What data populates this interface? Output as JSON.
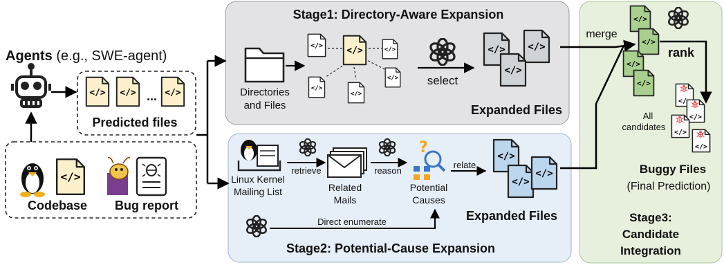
{
  "agents": {
    "title_bold": "Agents",
    "title_rest": " (e.g., SWE-agent)"
  },
  "predicted": {
    "label": "Predicted files",
    "ellipsis": "..."
  },
  "inputs": {
    "codebase": "Codebase",
    "bug_report": "Bug report"
  },
  "code_glyph": "</>",
  "stage1": {
    "title": "Stage1: Directory-Aware Expansion",
    "dir_line1": "Directories",
    "dir_line2": "and Files",
    "select": "select",
    "expanded": "Expanded Files"
  },
  "stage2": {
    "title": "Stage2: Potential-Cause Expansion",
    "lkml_line1": "Linux Kernel",
    "lkml_line2": "Mailing List",
    "retrieve": "retrieve",
    "mails_line1": "Related",
    "mails_line2": "Mails",
    "reason": "reason",
    "causes_line1": "Potential",
    "causes_line2": "Causes",
    "relate": "relate",
    "direct": "Direct enumerate",
    "expanded": "Expanded Files"
  },
  "stage3": {
    "merge": "merge",
    "rank": "rank",
    "all_line1": "All",
    "all_line2": "candidates",
    "buggy": "Buggy Files",
    "final": "(Final Prediction)",
    "title_line1": "Stage3:",
    "title_line2": "Candidate",
    "title_line3": "Integration"
  },
  "colors": {
    "stage1_bg": "#e3e3e6",
    "stage2_bg": "#e6eef8",
    "stage3_bg": "#e6f0dc",
    "file_yellow": "#fdf0cc",
    "file_gray": "#cfd3d8",
    "file_blue": "#bcd6ee",
    "file_green": "#a9d08e",
    "bug_red": "#e04040"
  }
}
